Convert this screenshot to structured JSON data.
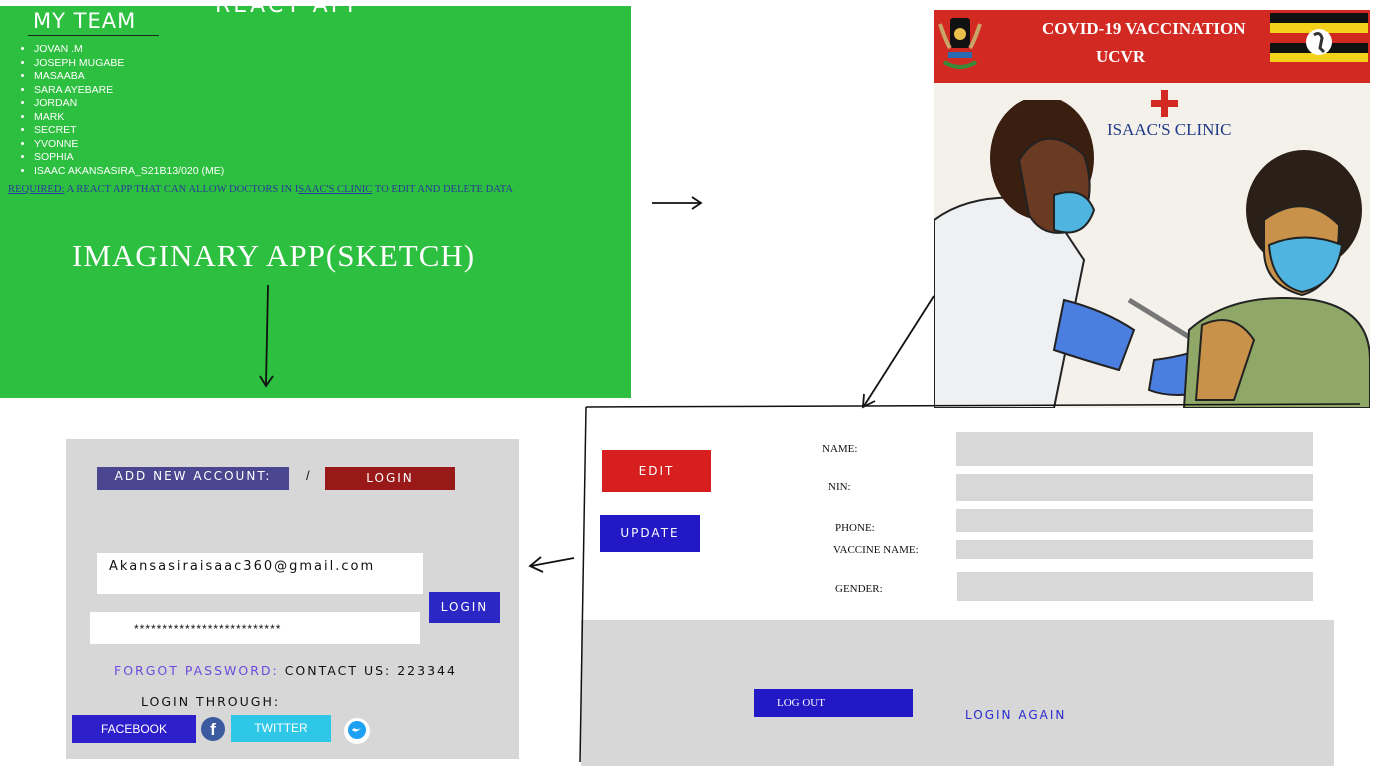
{
  "team": {
    "cutoff_title": "REACT APP",
    "title": "MY TEAM",
    "members": [
      "JOVAN .M",
      "JOSEPH MUGABE",
      "MASAABA",
      "SARA AYEBARE",
      "JORDAN",
      "MARK",
      "SECRET",
      "YVONNE",
      "SOPHIA",
      "ISAAC AKANSASIRA_S21B13/020 (ME)"
    ],
    "required_label": "REQUIRED:",
    "required_text_1": " A REACT APP THAT CAN ALLOW  DOCTORS IN I",
    "required_clinic": "SAAC'S CLINIC",
    "required_text_2": " TO EDIT AND DELETE DATA",
    "sketch_title": "IMAGINARY APP(SKETCH)"
  },
  "poster": {
    "title_line1": "COVID-19 VACCINATION",
    "title_line2": "UCVR",
    "clinic_name": "ISAAC'S CLINIC",
    "colors": {
      "banner": "#d22a23",
      "cross": "#d22a23",
      "clinic_text": "#1e3a8a"
    }
  },
  "login": {
    "add_account_label": "ADD NEW ACCOUNT:",
    "separator": "/",
    "login_tab_label": "LOGIN",
    "email_value": "Akansasiraisaac360@gmail.com",
    "password_value": "**************************",
    "login_button": "LOGIN",
    "forgot_password": "FORGOT PASSWORD:",
    "contact": " CONTACT US: 223344",
    "login_through": "LOGIN THROUGH:",
    "facebook_label": "FACEBOOK",
    "twitter_label": "TWITTER",
    "icons": [
      "facebook-icon",
      "twitter-icon"
    ]
  },
  "form": {
    "edit_button": "EDIT",
    "update_button": "UPDATE",
    "labels": {
      "name": "NAME:",
      "nin": "NIN:",
      "phone": "PHONE:",
      "vaccine": "VACCINE NAME:",
      "gender": "GENDER:"
    },
    "logout_button": "LOG OUT",
    "login_again": "LOGIN AGAIN"
  }
}
